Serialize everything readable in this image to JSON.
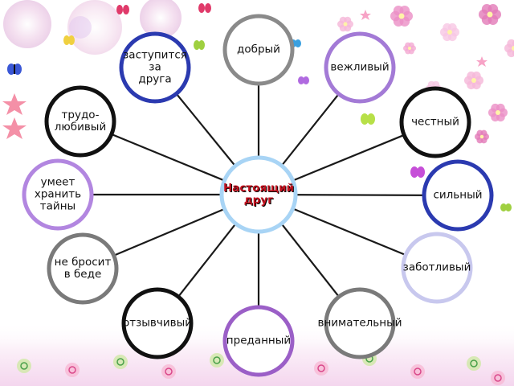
{
  "center": {
    "label": "Настоящий\nдруг"
  },
  "nodes": [
    {
      "id": "dobryi",
      "label": "добрый",
      "ring": "#8a8a8a"
    },
    {
      "id": "vezhlivyi",
      "label": "вежливый",
      "ring": "#a37ad6"
    },
    {
      "id": "chestnyi",
      "label": "честный",
      "ring": "#111111"
    },
    {
      "id": "silnyi",
      "label": "сильный",
      "ring": "#2b3ab0"
    },
    {
      "id": "zabotlivyi",
      "label": "заботливый",
      "ring": "#c8c8ee"
    },
    {
      "id": "vnimatelnyi",
      "label": "внимательный",
      "ring": "#7a7a7a"
    },
    {
      "id": "predannyi",
      "label": "преданный",
      "ring": "#9b5fc7"
    },
    {
      "id": "otzyvchivyi",
      "label": "отзывчивый",
      "ring": "#111111"
    },
    {
      "id": "ne-brosit",
      "label": "не бросит\nв беде",
      "ring": "#7a7a7a"
    },
    {
      "id": "umeet-hranit",
      "label": "умеет\nхранить\nтайны",
      "ring": "#b286e0"
    },
    {
      "id": "trudolyubivyi",
      "label": "трудо-\nлюбивый",
      "ring": "#111111"
    },
    {
      "id": "zastupitsya",
      "label": "заступится\nза\nдруга",
      "ring": "#2b3ab0"
    }
  ],
  "colors": {
    "spoke": "#1a1a1a",
    "center_ring": "#a8d4f5",
    "center_text": "#c1121f"
  },
  "decorations": [
    "rose-icon",
    "butterfly-icon",
    "star-icon",
    "flower-icon",
    "spiral-icon"
  ]
}
